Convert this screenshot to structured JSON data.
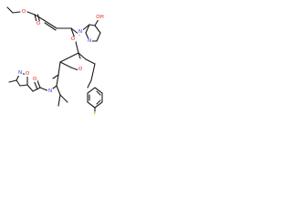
{
  "colors": {
    "background": "#ffffff",
    "bond": "#1a1a1a",
    "carbon": "#1a1a1a",
    "oxygen": "#e0201b",
    "nitrogen": "#3a3acc",
    "fluorine": "#8fbf2a"
  },
  "atoms": [
    {
      "id": "ester-o-ethyl",
      "text": "O",
      "element": "oxygen"
    },
    {
      "id": "ester-o-carbonyl",
      "text": "O",
      "element": "oxygen"
    },
    {
      "id": "hydroxyl",
      "text": "OH",
      "element": "oxygen"
    },
    {
      "id": "amide-n-1",
      "text": "N",
      "element": "nitrogen"
    },
    {
      "id": "ring-n",
      "text": "N",
      "element": "nitrogen"
    },
    {
      "id": "amide-o-1",
      "text": "O",
      "element": "oxygen"
    },
    {
      "id": "isoxazole-o",
      "text": "O",
      "element": "oxygen"
    },
    {
      "id": "isoxazole-n",
      "text": "N",
      "element": "nitrogen"
    },
    {
      "id": "amide-n-2",
      "text": "N",
      "element": "nitrogen"
    },
    {
      "id": "amide-o-2",
      "text": "O",
      "element": "oxygen"
    },
    {
      "id": "amide-o-3",
      "text": "O",
      "element": "oxygen"
    },
    {
      "id": "fluorine",
      "text": "F",
      "element": "fluorine"
    }
  ]
}
